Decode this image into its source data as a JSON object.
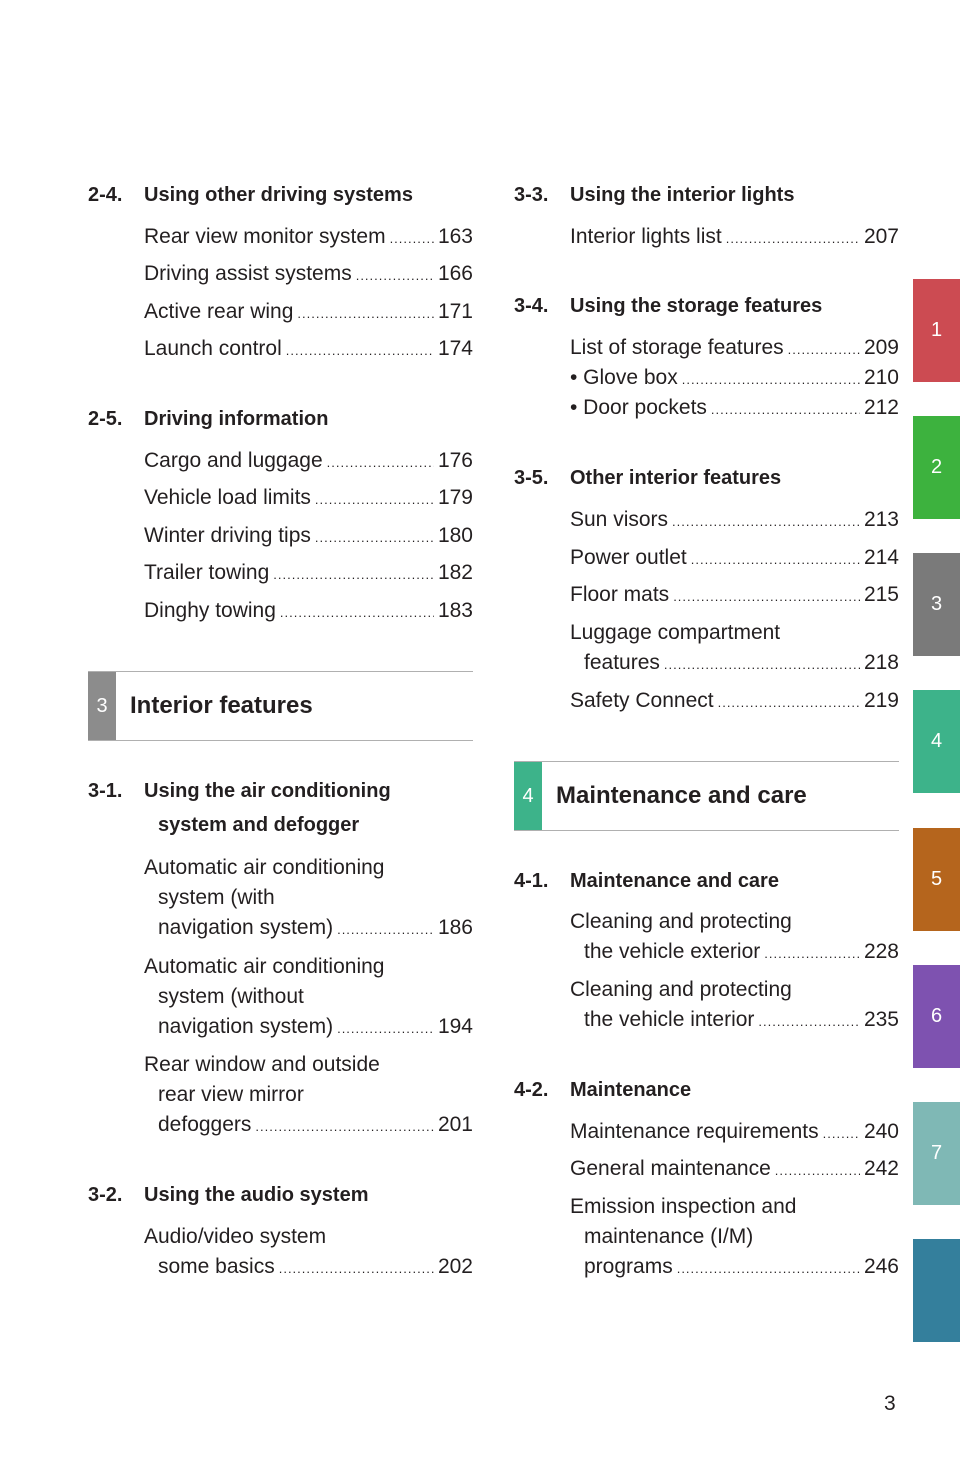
{
  "left_column": {
    "s24": {
      "num": "2-4.",
      "title": "Using other driving systems"
    },
    "s24_entries": [
      {
        "title": "Rear view monitor system",
        "page": "163"
      },
      {
        "title": "Driving assist systems",
        "page": "166"
      },
      {
        "title": "Active rear wing",
        "page": "171"
      },
      {
        "title": "Launch control",
        "page": "174"
      }
    ],
    "s25": {
      "num": "2-5.",
      "title": "Driving information"
    },
    "s25_entries": [
      {
        "title": "Cargo and luggage",
        "page": "176"
      },
      {
        "title": "Vehicle load limits",
        "page": "179"
      },
      {
        "title": "Winter driving tips",
        "page": "180"
      },
      {
        "title": "Trailer towing",
        "page": "182"
      },
      {
        "title": "Dinghy towing",
        "page": "183"
      }
    ],
    "chapter3": {
      "num": "3",
      "title": "Interior features",
      "color": "#8c8c8c"
    },
    "s31": {
      "num": "3-1.",
      "title_line1": "Using the air conditioning",
      "title_line2": "system and defogger"
    },
    "s31_entries": [
      {
        "line1": "Automatic air conditioning",
        "line2": "system (with",
        "line3": "navigation system)",
        "page": "186"
      },
      {
        "line1": "Automatic air conditioning",
        "line2": "system (without",
        "line3": "navigation system)",
        "page": "194"
      },
      {
        "line1": "Rear window and outside",
        "line2": "rear view mirror",
        "line3": "defoggers",
        "page": "201"
      }
    ],
    "s32": {
      "num": "3-2.",
      "title": "Using the audio system"
    },
    "s32_entry": {
      "line1": "Audio/video system",
      "line2": "some basics",
      "page": "202"
    }
  },
  "right_column": {
    "s33": {
      "num": "3-3.",
      "title": "Using the interior lights"
    },
    "s33_entries": [
      {
        "title": "Interior lights list",
        "page": "207"
      }
    ],
    "s34": {
      "num": "3-4.",
      "title": "Using the storage features"
    },
    "s34_entries": [
      {
        "title": "List of storage features",
        "page": "209"
      },
      {
        "title": "• Glove box",
        "page": "210"
      },
      {
        "title": "• Door pockets",
        "page": "212"
      }
    ],
    "s35": {
      "num": "3-5.",
      "title": "Other interior features"
    },
    "s35_entries": [
      {
        "title": "Sun visors",
        "page": "213"
      },
      {
        "title": "Power outlet",
        "page": "214"
      },
      {
        "title": "Floor mats",
        "page": "215"
      }
    ],
    "s35_luggage": {
      "line1": "Luggage compartment",
      "line2": "features",
      "page": "218"
    },
    "s35_safety": {
      "title": "Safety Connect",
      "page": "219"
    },
    "chapter4": {
      "num": "4",
      "title": "Maintenance and care",
      "color": "#3db38a"
    },
    "s41": {
      "num": "4-1.",
      "title": "Maintenance and care"
    },
    "s41_entries": [
      {
        "line1": "Cleaning and protecting",
        "line2": "the vehicle exterior",
        "page": "228"
      },
      {
        "line1": "Cleaning and protecting",
        "line2": "the vehicle interior",
        "page": "235"
      }
    ],
    "s42": {
      "num": "4-2.",
      "title": "Maintenance"
    },
    "s42_entries": [
      {
        "title": "Maintenance requirements",
        "page": "240"
      },
      {
        "title": "General maintenance",
        "page": "242"
      }
    ],
    "s42_emission": {
      "line1": "Emission inspection and",
      "line2": "maintenance (I/M)",
      "line3": "programs",
      "page": "246"
    }
  },
  "side_tabs": [
    {
      "label": "1",
      "color": "#cc4b52"
    },
    {
      "label": "2",
      "color": "#3db23e"
    },
    {
      "label": "3",
      "color": "#7a7a7a"
    },
    {
      "label": "4",
      "color": "#3db38a"
    },
    {
      "label": "5",
      "color": "#b5651d"
    },
    {
      "label": "6",
      "color": "#7e52b0"
    },
    {
      "label": "7",
      "color": "#7fb8b5"
    },
    {
      "label": "",
      "color": "#347f9c"
    }
  ],
  "page_number": "3"
}
